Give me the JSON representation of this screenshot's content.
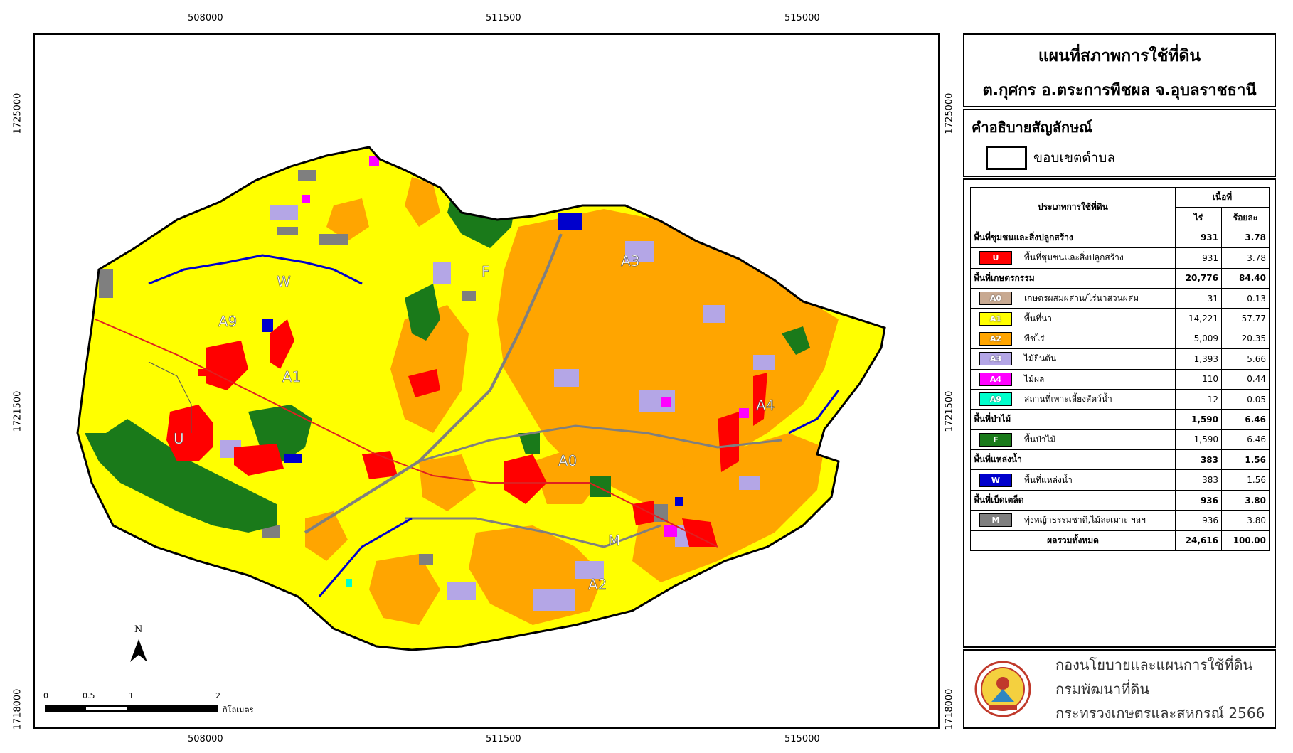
{
  "map": {
    "x_ticks": [
      "508000",
      "511500",
      "515000"
    ],
    "y_ticks": [
      "1725000",
      "1721500",
      "1718000"
    ],
    "labels": {
      "W": "W",
      "A9": "A9",
      "A1": "A1",
      "U": "U",
      "F": "F",
      "A3": "A3",
      "A4": "A4",
      "A0": "A0",
      "M": "M",
      "A2": "A2"
    },
    "north": "N",
    "scale": {
      "ticks": [
        "0",
        "0.5",
        "1",
        "2"
      ],
      "unit": "กิโลเมตร"
    }
  },
  "title": {
    "line1": "แผนที่สภาพการใช้ที่ดิน",
    "line2": "ต.กุศกร อ.ตระการพืชผล จ.อุบลราชธานี"
  },
  "legend": {
    "heading": "คำอธิบายสัญลักษณ์",
    "boundary_label": "ขอบเขตตำบล"
  },
  "table": {
    "header_type": "ประเภทการใช้ที่ดิน",
    "header_area": "เนื้อที่",
    "header_rai": "ไร่",
    "header_pct": "ร้อยละ",
    "rows": [
      {
        "kind": "cat",
        "label": "พื้นที่ชุมชนและสิ่งปลูกสร้าง",
        "rai": "931",
        "pct": "3.78"
      },
      {
        "kind": "item",
        "code": "U",
        "color": "#ff0000",
        "label": "พื้นที่ชุมชนและสิ่งปลูกสร้าง",
        "rai": "931",
        "pct": "3.78"
      },
      {
        "kind": "cat",
        "label": "พื้นที่เกษตรกรรม",
        "rai": "20,776",
        "pct": "84.40"
      },
      {
        "kind": "item",
        "code": "A0",
        "color": "#c8a991",
        "label": "เกษตรผสมผสาน/ไร่นาสวนผสม",
        "rai": "31",
        "pct": "0.13"
      },
      {
        "kind": "item",
        "code": "A1",
        "color": "#ffff00",
        "label": "พื้นที่นา",
        "rai": "14,221",
        "pct": "57.77"
      },
      {
        "kind": "item",
        "code": "A2",
        "color": "#ffa500",
        "label": "พืชไร่",
        "rai": "5,009",
        "pct": "20.35"
      },
      {
        "kind": "item",
        "code": "A3",
        "color": "#b4a6e6",
        "label": "ไม้ยืนต้น",
        "rai": "1,393",
        "pct": "5.66"
      },
      {
        "kind": "item",
        "code": "A4",
        "color": "#ff00ff",
        "label": "ไม้ผล",
        "rai": "110",
        "pct": "0.44"
      },
      {
        "kind": "item",
        "code": "A9",
        "color": "#00ffcc",
        "label": "สถานที่เพาะเลี้ยงสัตว์น้ำ",
        "rai": "12",
        "pct": "0.05"
      },
      {
        "kind": "cat",
        "label": "พื้นที่ป่าไม้",
        "rai": "1,590",
        "pct": "6.46"
      },
      {
        "kind": "item",
        "code": "F",
        "color": "#1a7a1a",
        "label": "พื้นป่าไม้",
        "rai": "1,590",
        "pct": "6.46"
      },
      {
        "kind": "cat",
        "label": "พื้นที่แหล่งน้ำ",
        "rai": "383",
        "pct": "1.56"
      },
      {
        "kind": "item",
        "code": "W",
        "color": "#0000cc",
        "label": "พื้นที่แหล่งน้ำ",
        "rai": "383",
        "pct": "1.56"
      },
      {
        "kind": "cat",
        "label": "พื้นที่เบ็ดเตล็ด",
        "rai": "936",
        "pct": "3.80"
      },
      {
        "kind": "item",
        "code": "M",
        "color": "#7f7f7f",
        "label": "ทุ่งหญ้าธรรมชาติ,ไม้ละเมาะ ฯลฯ",
        "rai": "936",
        "pct": "3.80"
      }
    ],
    "total_label": "ผลรวมทั้งหมด",
    "total_rai": "24,616",
    "total_pct": "100.00"
  },
  "credit": {
    "line1": "กองนโยบายและแผนการใช้ที่ดิน",
    "line2": "กรมพัฒนาที่ดิน",
    "line3": "กระทรวงเกษตรและสหกรณ์ 2566"
  },
  "colors": {
    "urban": "#ff0000",
    "paddy": "#ffff00",
    "field_crop": "#ffa500",
    "perennial": "#b4a6e6",
    "orchard": "#ff00ff",
    "forest": "#1a7a1a",
    "water": "#0000cc",
    "misc": "#7f7f7f",
    "aquaculture": "#00ffcc"
  }
}
